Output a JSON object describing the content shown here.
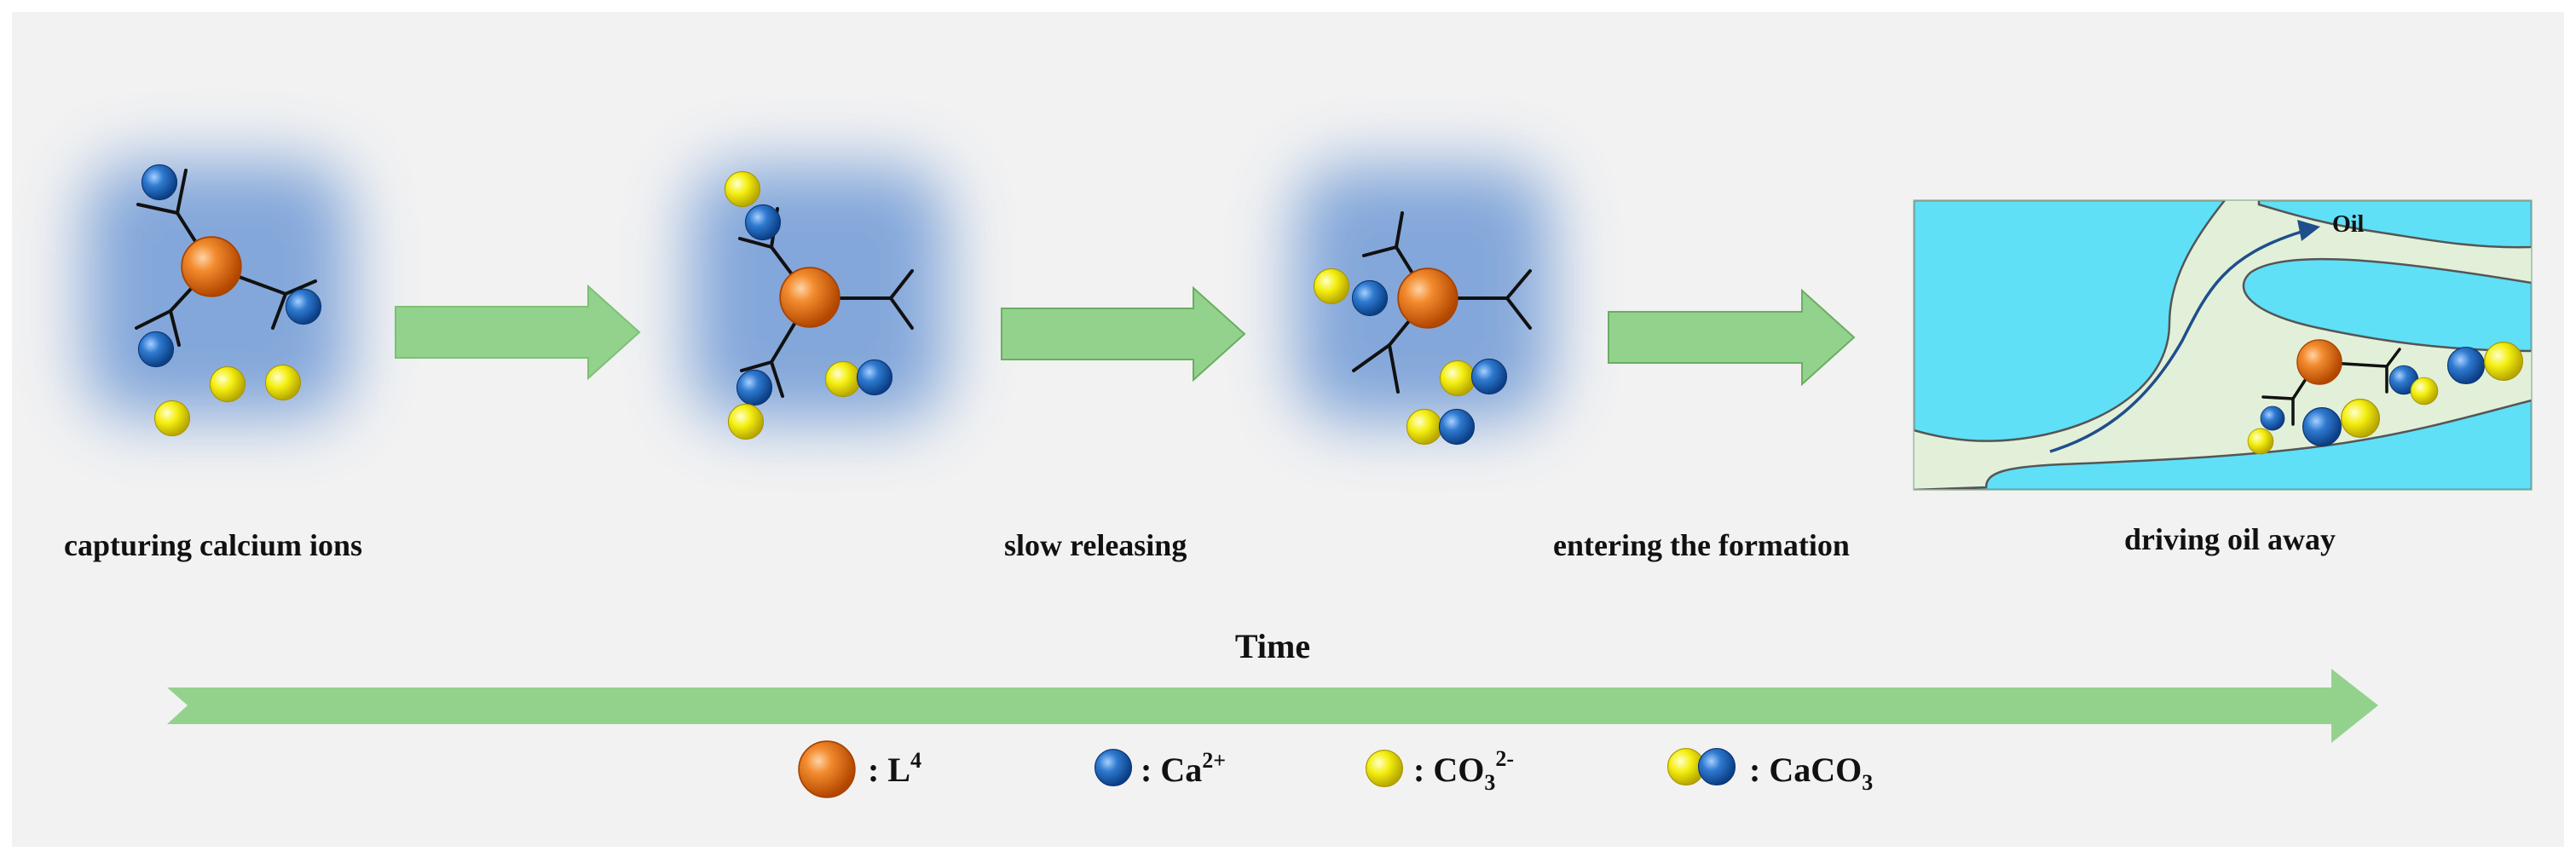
{
  "labels": {
    "stage1": "capturing calcium ions",
    "stage2": "slow releasing",
    "stage3": "entering the formation",
    "stage4": "driving oil away",
    "oil": "Oil",
    "time": "Time"
  },
  "legend": [
    {
      "symbol": "orange-sphere",
      "text": ": L",
      "sup": "4"
    },
    {
      "symbol": "blue-sphere",
      "text": ": Ca",
      "sup": "2+"
    },
    {
      "symbol": "yellow-sphere",
      "text": ": CO",
      "sub": "3",
      "sup": "2-"
    },
    {
      "symbol": "yellow-blue-pair",
      "text": ": CaCO",
      "sub": "3"
    }
  ],
  "colors": {
    "background": "#f2f2f2",
    "ligand_core": "#f07a1a",
    "calcium": "#2c78c9",
    "carbonate": "#f2ea00",
    "arrow": "#93d28c",
    "arrow_stroke": "#6aae62",
    "halo": "#6f9ad6",
    "rock": "#5fe0f7",
    "pore": "#e2f0d9",
    "flow_arrow": "#1f4e8c"
  }
}
